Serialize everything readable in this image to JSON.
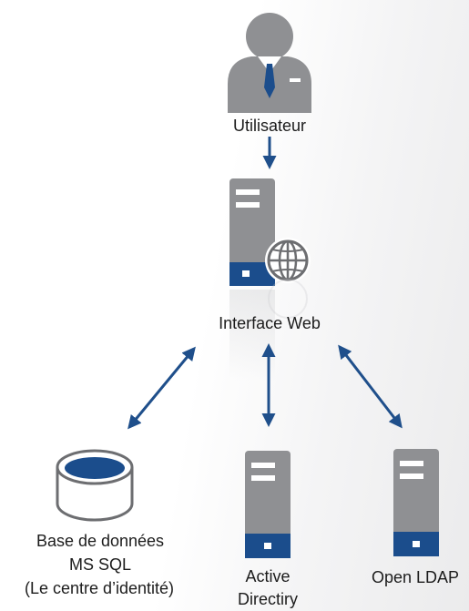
{
  "nodes": {
    "user": {
      "label": "Utilisateur",
      "icon": "user-icon"
    },
    "web": {
      "label": "Interface Web",
      "icon": "web-server-icon"
    },
    "db": {
      "line1": "Base de données",
      "line2": "MS SQL",
      "line3": "(Le centre d’identité)",
      "icon": "database-icon"
    },
    "ad": {
      "line1": "Active",
      "line2": "Directiry",
      "icon": "server-icon"
    },
    "ldap": {
      "label": "Open LDAP",
      "icon": "server-icon"
    }
  },
  "colors": {
    "gray": "#8f9093",
    "gray_dark": "#6d6e71",
    "navy": "#1b4d8c",
    "arrow": "#1f4f8b",
    "text": "#1c1c1c"
  }
}
